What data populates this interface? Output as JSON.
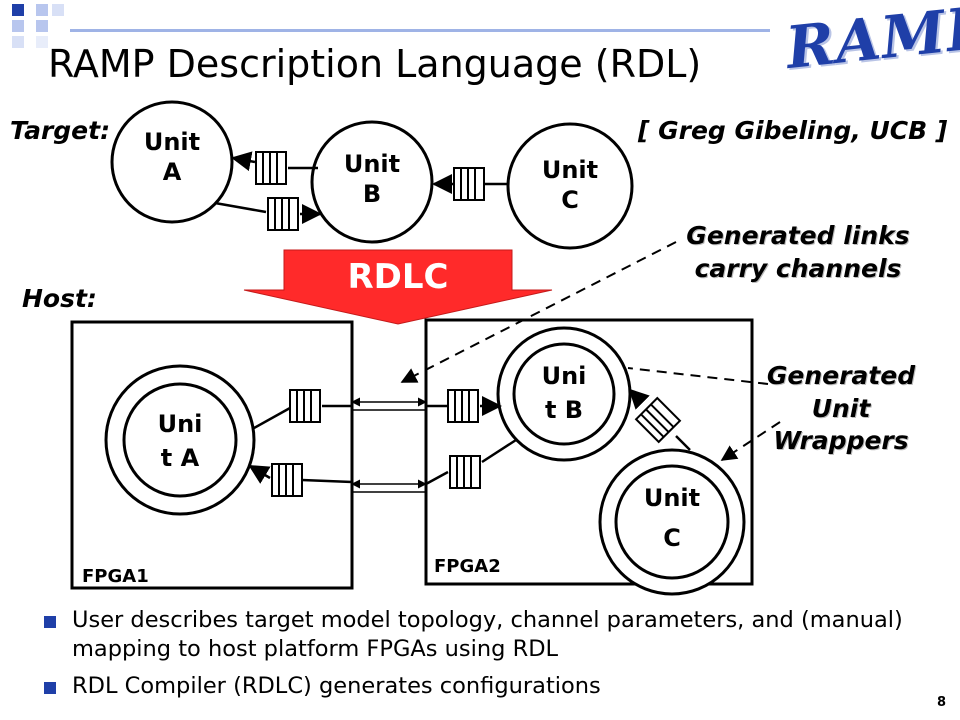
{
  "slide": {
    "title": "RAMP Description Language (RDL)",
    "logo_text": "RAMP",
    "target_label": "Target:",
    "host_label": "Host:",
    "credit": "[ Greg Gibeling, UCB ]",
    "callout_links": "Generated links carry channels",
    "callout_wrappers": "Generated Unit Wrappers",
    "page_number": "8"
  },
  "target": {
    "unit_a": [
      "Unit",
      "A"
    ],
    "unit_b": [
      "Unit",
      "B"
    ],
    "unit_c": [
      "Unit",
      "C"
    ]
  },
  "compiler_label": "RDLC",
  "host": {
    "fpga1_label": "FPGA1",
    "fpga2_label": "FPGA2",
    "unit_a": [
      "Uni",
      "t A"
    ],
    "unit_b": [
      "Uni",
      "t B"
    ],
    "unit_c": [
      "Unit",
      "C"
    ]
  },
  "bullets": [
    "User describes target model topology, channel parameters, and (manual) mapping to host platform FPGAs using RDL",
    "RDL Compiler (RDLC) generates configurations"
  ],
  "colors": {
    "accent_blue": "#1f3fa8",
    "light_blue": "#9fb3e6",
    "arrow_red": "#ff2a2a"
  }
}
